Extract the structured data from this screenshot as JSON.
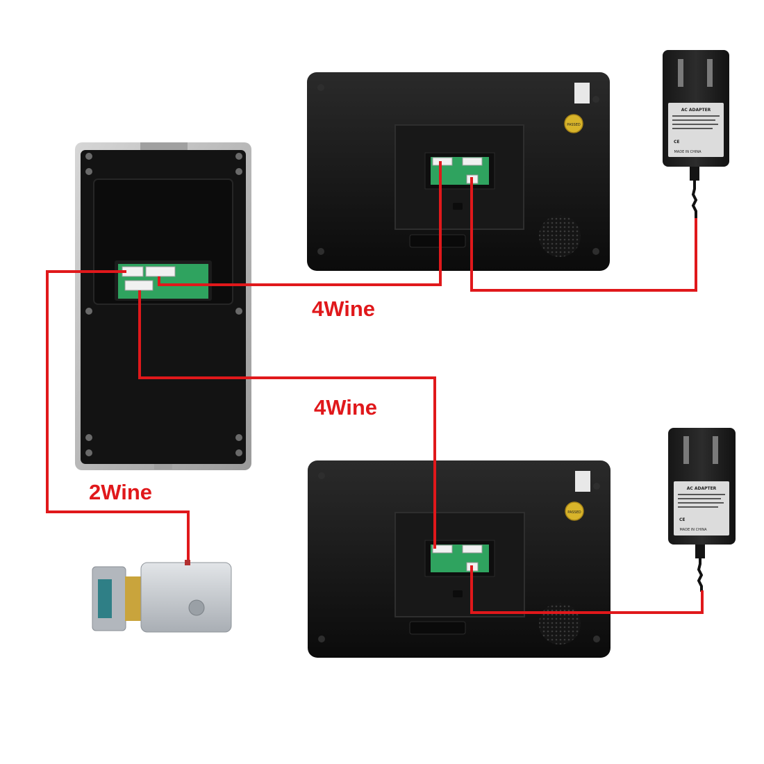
{
  "labels": {
    "wire_top": "4Wine",
    "wire_middle": "4Wine",
    "wire_lock": "2Wine"
  },
  "adapter": {
    "title": "AC ADAPTER",
    "origin": "MADE IN CHINA"
  },
  "monitor": {
    "badge": "PASSED"
  },
  "colors": {
    "wire": "#e0181b",
    "cable": "#111111",
    "device_body": "#141414",
    "panel_frame": "#b9b9b9",
    "pcb": "#2fa35f",
    "lock_body": "#c9cdd2"
  }
}
